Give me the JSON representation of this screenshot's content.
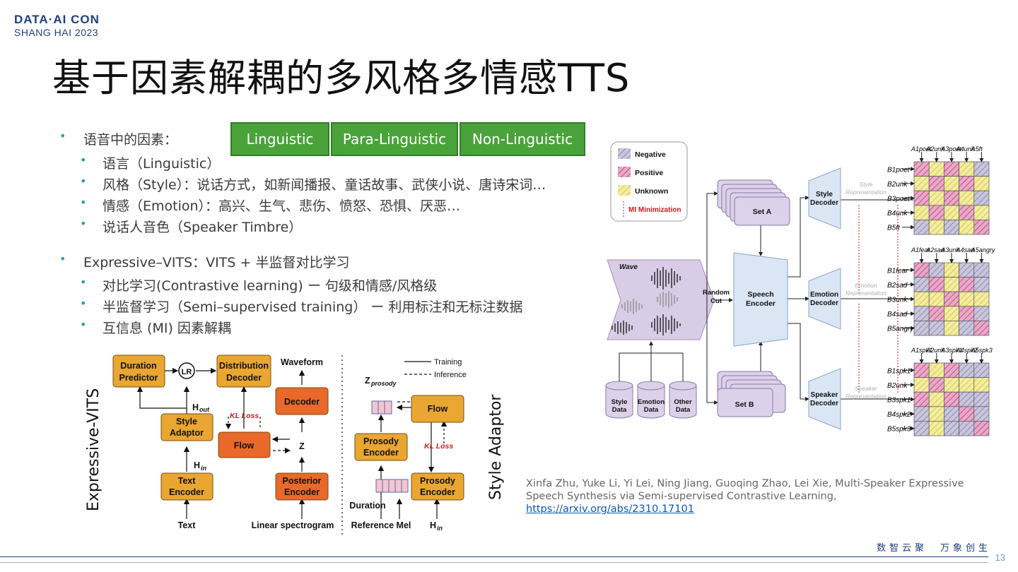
{
  "logo": {
    "line1": "DATA·AI CON",
    "line2": "SHANG HAI 2023"
  },
  "title": "基于因素解耦的多风格多情感TTS",
  "bullets": [
    {
      "level": 1,
      "text": "语音中的因素："
    },
    {
      "level": 2,
      "text": "语言（Linguistic）"
    },
    {
      "level": 2,
      "text": "风格（Style）：说话方式，如新闻播报、童话故事、武侠小说、唐诗宋词…"
    },
    {
      "level": 2,
      "text": "情感（Emotion）：高兴、生气、悲伤、愤怒、恐惧、厌恶…"
    },
    {
      "level": 2,
      "text": "说话人音色（Speaker Timbre）"
    },
    {
      "level": 1,
      "text": "Expressive–VITS：VITS + 半监督对比学习"
    },
    {
      "level": 2,
      "text": "对比学习(Contrastive learning) ー 句级和情感/风格级"
    },
    {
      "level": 2,
      "text": "半监督学习（Semi–supervised training） ー 利用标注和无标注数据"
    },
    {
      "level": 2,
      "text": "互信息 (MI) 因素解耦"
    }
  ],
  "tags": [
    "Linguistic",
    "Para-Linguistic",
    "Non-Linguistic"
  ],
  "colors": {
    "tag_green": "#4aa33a",
    "accent_blue": "#1e3f7a",
    "bullet": "#2a9bb5",
    "orange_box": "#e9a631",
    "red_box": "#e8692a"
  },
  "left_figure": {
    "rot_label_1": "Expressive-VITS",
    "rot_label_2": "Style Adaptor",
    "boxes": {
      "duration_predictor": [
        "Duration",
        "Predictor"
      ],
      "lr": "LR",
      "distribution_decoder": [
        "Distribution",
        "Decoder"
      ],
      "style_adaptor": [
        "Style",
        "Adaptor"
      ],
      "text_encoder": [
        "Text",
        "Encoder"
      ],
      "flow": "Flow",
      "decoder": "Decoder",
      "posterior_encoder": [
        "Posterior",
        "Encoder"
      ],
      "prosody_encoder_1": [
        "Prosody",
        "Encoder"
      ],
      "prosody_encoder_2": [
        "Prosody",
        "Encoder"
      ],
      "flow_2": "Flow"
    },
    "labels": {
      "waveform": "Waveform",
      "h_out": "H",
      "h_out_sub": "out",
      "h_in": "H",
      "h_in_sub": "in",
      "kl_loss": "KL Loss",
      "z": "Z",
      "text": "Text",
      "linear": "Linear spectrogram",
      "z_prosody": "Z",
      "z_prosody_sub": "prosody",
      "duration": "Duration",
      "reference_mel": "Reference Mel",
      "h_in2": "H",
      "h_in2_sub": "in",
      "kl_loss2": "KL Loss",
      "training": "Training",
      "inference": "Inference"
    }
  },
  "right_figure": {
    "legend": [
      "Negative",
      "Positive",
      "Unknown",
      "MI Minimization"
    ],
    "wave": "Wave",
    "random_cut": [
      "Random",
      "Cut"
    ],
    "speech_encoder": [
      "Speech",
      "Encoder"
    ],
    "set_a": "Set A",
    "set_b": "Set B",
    "data": [
      [
        "Style",
        "Data"
      ],
      [
        "Emotion",
        "Data"
      ],
      [
        "Other",
        "Data"
      ]
    ],
    "decoders": [
      [
        "Style",
        "Decoder"
      ],
      [
        "Emotion",
        "Decoder"
      ],
      [
        "Speaker",
        "Decoder"
      ]
    ],
    "representations": [
      [
        "Style",
        "Representation"
      ],
      [
        "Emotion",
        "Representation"
      ],
      [
        "Speaker",
        "Representation"
      ]
    ],
    "matrix_top_labels": [
      [
        "A1poet",
        "A2unk",
        "A3poet",
        "A4unk",
        "A5ft"
      ],
      [
        "A1fear",
        "A2sad",
        "A3unk",
        "A4sad",
        "A5angry"
      ],
      [
        "A1spk1",
        "A2unk",
        "A3spk1",
        "A4spk2",
        "A5spk3"
      ]
    ],
    "matrix_side_labels": [
      [
        "B1poet",
        "B2unk",
        "B3poet",
        "B4unk",
        "B5ft"
      ],
      [
        "B1fear",
        "B2sad",
        "B3unk",
        "B4sad",
        "B5angry"
      ],
      [
        "B1spk1",
        "B2unk",
        "B3spk1",
        "B4spk2",
        "B5spk3"
      ]
    ]
  },
  "reference": {
    "text": "Xinfa Zhu, Yuke Li, Yi Lei, Ning Jiang, Guoqing Zhao, Lei Xie, Multi-Speaker Expressive Speech Synthesis via Semi-supervised Contrastive Learning,",
    "link": "https://arxiv.org/abs/2310.17101"
  },
  "slogan": "数智云聚　万象创生",
  "page_number": "13"
}
